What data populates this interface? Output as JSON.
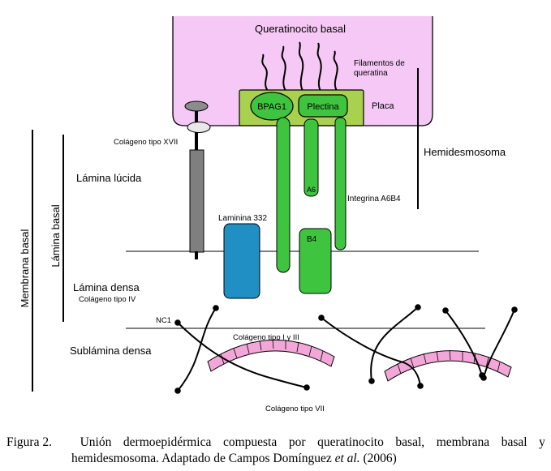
{
  "labels": {
    "queratinocito": "Queratinocito basal",
    "filamentos_line1": "Filamentos de",
    "filamentos_line2": "queratina",
    "bpag1": "BPAG1",
    "plectina": "Plectina",
    "placa": "Placa",
    "hemidesmosoma": "Hemidesmosoma",
    "colageno_xvii": "Colágeno tipo XVII",
    "lamina_lucida": "Lámina lúcida",
    "a6": "A6",
    "integrina": "Integrina A6B4",
    "laminina": "Laminina 332",
    "b4": "B4",
    "lamina_basal": "Lámina basal",
    "membrana_basal": "Membrana basal",
    "lamina_densa": "Lámina densa",
    "colageno_iv": "Colágeno tipo IV",
    "nc1": "NC1",
    "colageno_i_iii": "Colágeno tipo I y III",
    "sublamina_densa": "Sublámina densa",
    "colageno_vii": "Colágeno tipo VII"
  },
  "caption": {
    "figure_number": "Figura 2.",
    "line1_words": [
      "Unión",
      "dermoepidérmica",
      "compuesta",
      "por",
      "queratinocito",
      "basal,",
      "membrana",
      "basal",
      "y"
    ],
    "line2_prefix": "hemidesmosoma. Adaptado de Campos Domínguez ",
    "line2_italic": "et al.",
    "line2_suffix": " (2006)"
  },
  "colors": {
    "keratinocyte_fill": "#f6c8f6",
    "plaque_fill": "#a9d04f",
    "integrin_green": "#3fc43f",
    "laminin_blue": "#1f8fc4",
    "collagen_xvii_gray": "#7f7f7f",
    "collagen_fibril_pink": "#f3a6d8"
  }
}
